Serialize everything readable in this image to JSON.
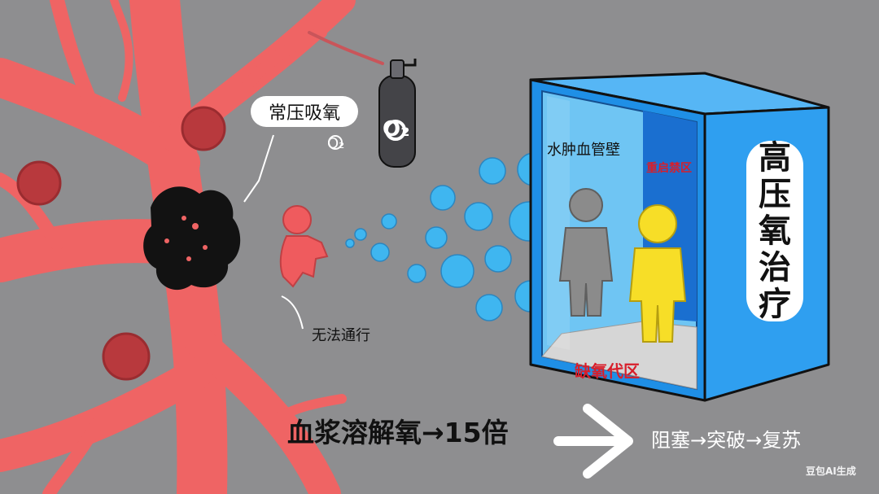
{
  "labels": {
    "normobaric_oxygen": "常压吸氧",
    "o2_small": "O₂",
    "cylinder_o2": "O₂",
    "blocked": "无法通行",
    "edema_wall": "水肿血管壁",
    "restart_zone": "重启禁区",
    "hypoxia_zone": "缺氧代区",
    "hbot_title": [
      "高",
      "压",
      "氧",
      "治",
      "疗"
    ],
    "plasma_oxygen": "血浆溶解氧→15倍",
    "progress": "阻塞→突破→复苏",
    "watermark": "豆包AI生成"
  },
  "colors": {
    "background": "#8e8e90",
    "vessel": "#ef6464",
    "vessel_outline": "#b8393d",
    "clot": "#111111",
    "bubble": "#3fb6f0",
    "chamber": "#2f9ff0",
    "chamber_dark": "#1a6fd0",
    "figure_grey": "#8b8b8b",
    "figure_yellow": "#f7de27",
    "figure_red": "#ef5b5e",
    "accent_red": "#d81e2a"
  }
}
